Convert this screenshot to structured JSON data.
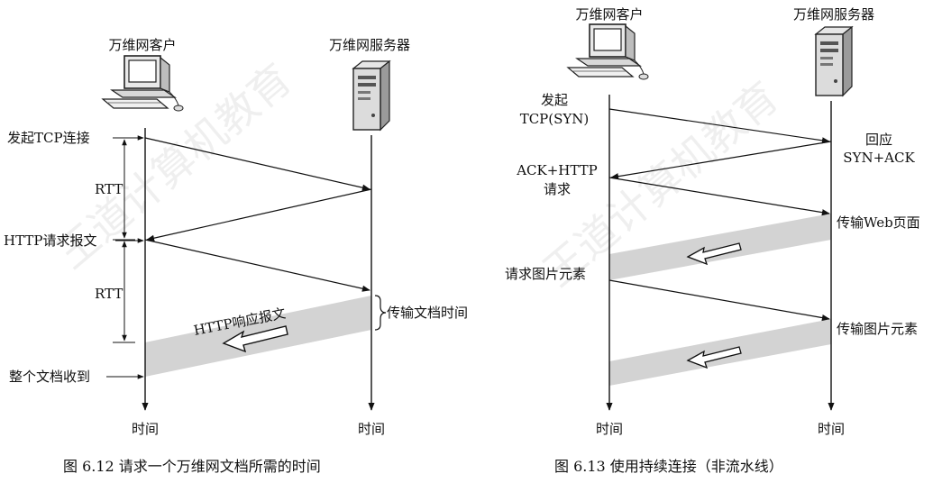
{
  "left": {
    "client_label": "万维网客户",
    "server_label": "万维网服务器",
    "labels": {
      "start_tcp": "发起TCP连接",
      "rtt1": "RTT",
      "http_request": "HTTP请求报文",
      "rtt2": "RTT",
      "http_response": "HTTP响应报文",
      "transfer_time": "传输文档时间",
      "received": "整个文档收到"
    },
    "time_client": "时间",
    "time_server": "时间",
    "caption": "图 6.12   请求一个万维网文档所需的时间"
  },
  "right": {
    "client_label": "万维网客户",
    "server_label": "万维网服务器",
    "labels": {
      "syn_line1": "发起",
      "syn_line2": "TCP(SYN)",
      "synack_line1": "回应",
      "synack_line2": "SYN+ACK",
      "ack_line1": "ACK+HTTP",
      "ack_line2": "请求",
      "web_page": "传输Web页面",
      "req_image": "请求图片元素",
      "image": "传输图片元素"
    },
    "time_client": "时间",
    "time_server": "时间",
    "caption": "图 6.13   使用持续连接（非流水线）"
  },
  "watermark": "王道计算机教育",
  "colors": {
    "band": "#d3d3d3",
    "line": "#111111"
  }
}
